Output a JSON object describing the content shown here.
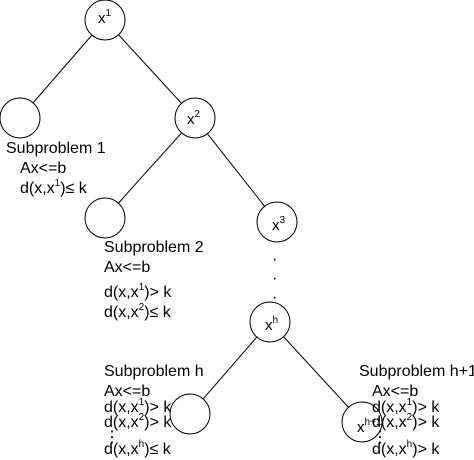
{
  "nodes": {
    "x1": {
      "base": "x",
      "sup": "1"
    },
    "x2": {
      "base": "x",
      "sup": "2"
    },
    "x3": {
      "base": "x",
      "sup": "3"
    },
    "xh": {
      "base": "x",
      "sup": "h"
    },
    "xh1": {
      "base": "x",
      "sup": "h+1"
    }
  },
  "subproblem1": {
    "title": "Subproblem 1",
    "constraint": "Ax<=b",
    "dist": {
      "pre": "d(x,x",
      "sup": "1",
      "post": ")≤ k"
    }
  },
  "subproblem2": {
    "title": "Subproblem 2",
    "constraint": "Ax<=b",
    "dist1": {
      "pre": "d(x,x",
      "sup": "1",
      "post": ")> k"
    },
    "dist2": {
      "pre": "d(x,x",
      "sup": "2",
      "post": ")≤ k"
    }
  },
  "subproblemh": {
    "title": "Subproblem h",
    "constraint": "Ax<=b",
    "dist1": {
      "pre": "d(x,x",
      "sup": "1",
      "post": ")> k"
    },
    "dist2": {
      "pre": "d(x,x",
      "sup": "2",
      "post": ")> k"
    },
    "ellipsis": "⋮",
    "disth": {
      "pre": "d(x,x",
      "sup": "h",
      "post": ")≤ k"
    }
  },
  "subproblemh1": {
    "title": "Subproblem h+1",
    "constraint": "Ax<=b",
    "dist1": {
      "pre": "d(x,x",
      "sup": "1",
      "post": ")> k"
    },
    "dist2": {
      "pre": "d(x,x",
      "sup": "2",
      "post": ")> k"
    },
    "ellipsis": "⋮",
    "disth": {
      "pre": "d(x,x",
      "sup": "h",
      "post": ")> k"
    }
  },
  "vertical_ellipsis": "·"
}
